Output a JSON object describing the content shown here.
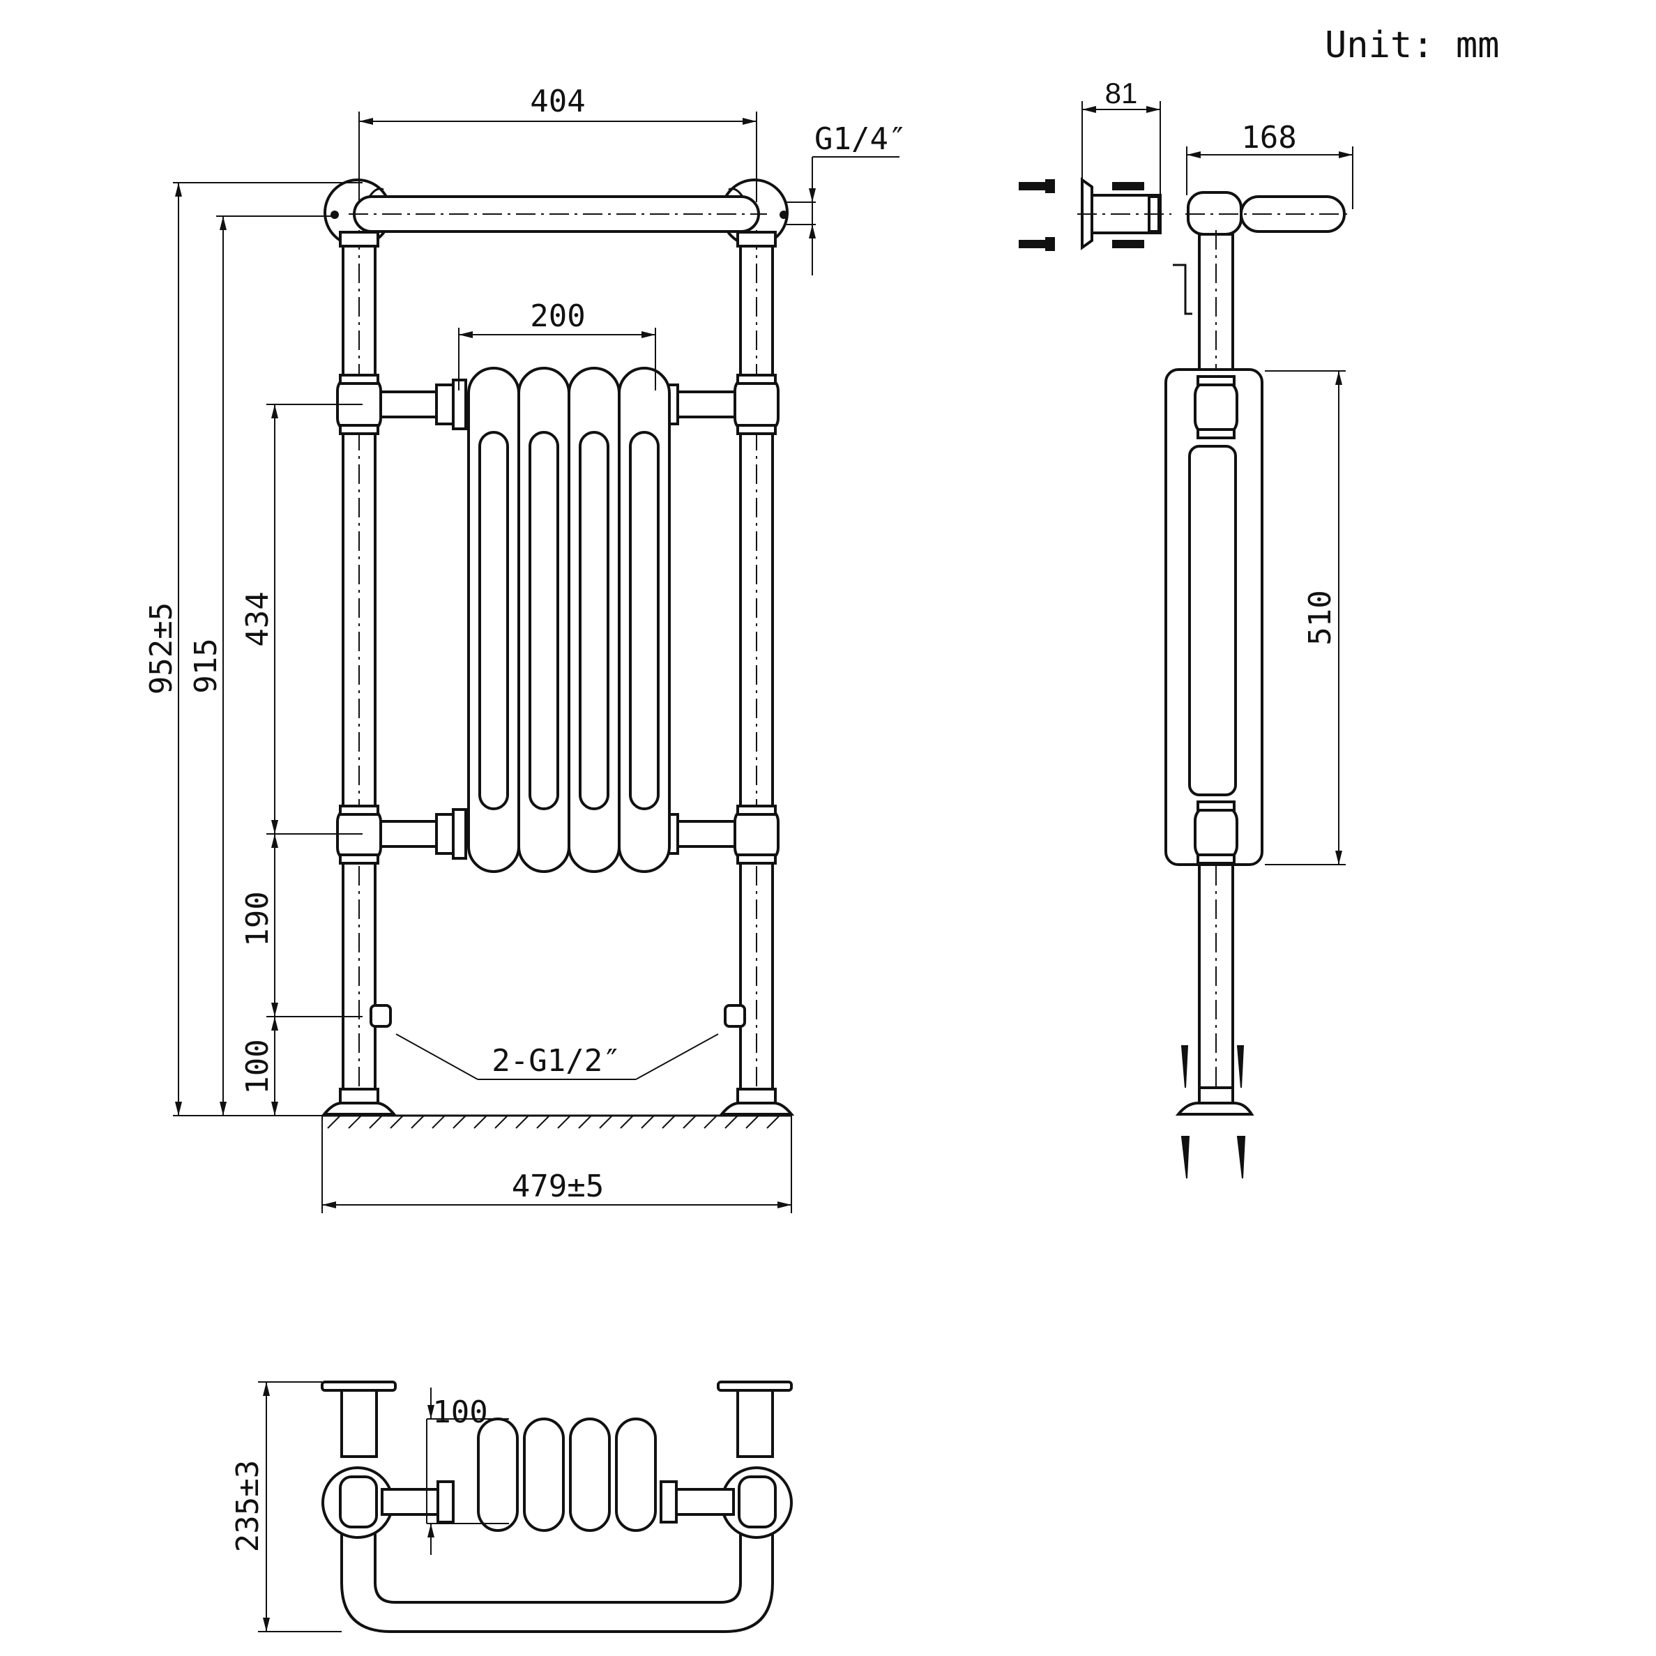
{
  "unit_label": "Unit: mm",
  "front_view": {
    "width_top": "404",
    "thread_top": "G1/4″",
    "section_width": "200",
    "total_height": "952±5",
    "height_to_rail": "915",
    "section_height": "434",
    "lower_spacing": "190",
    "valve_height": "100",
    "valve_connections": "2-G1/2″",
    "total_width": "479±5"
  },
  "side_view": {
    "bracket_depth": "81",
    "projection": "168",
    "section_height": "510"
  },
  "top_view": {
    "section_depth": "100",
    "total_depth": "235±3"
  }
}
